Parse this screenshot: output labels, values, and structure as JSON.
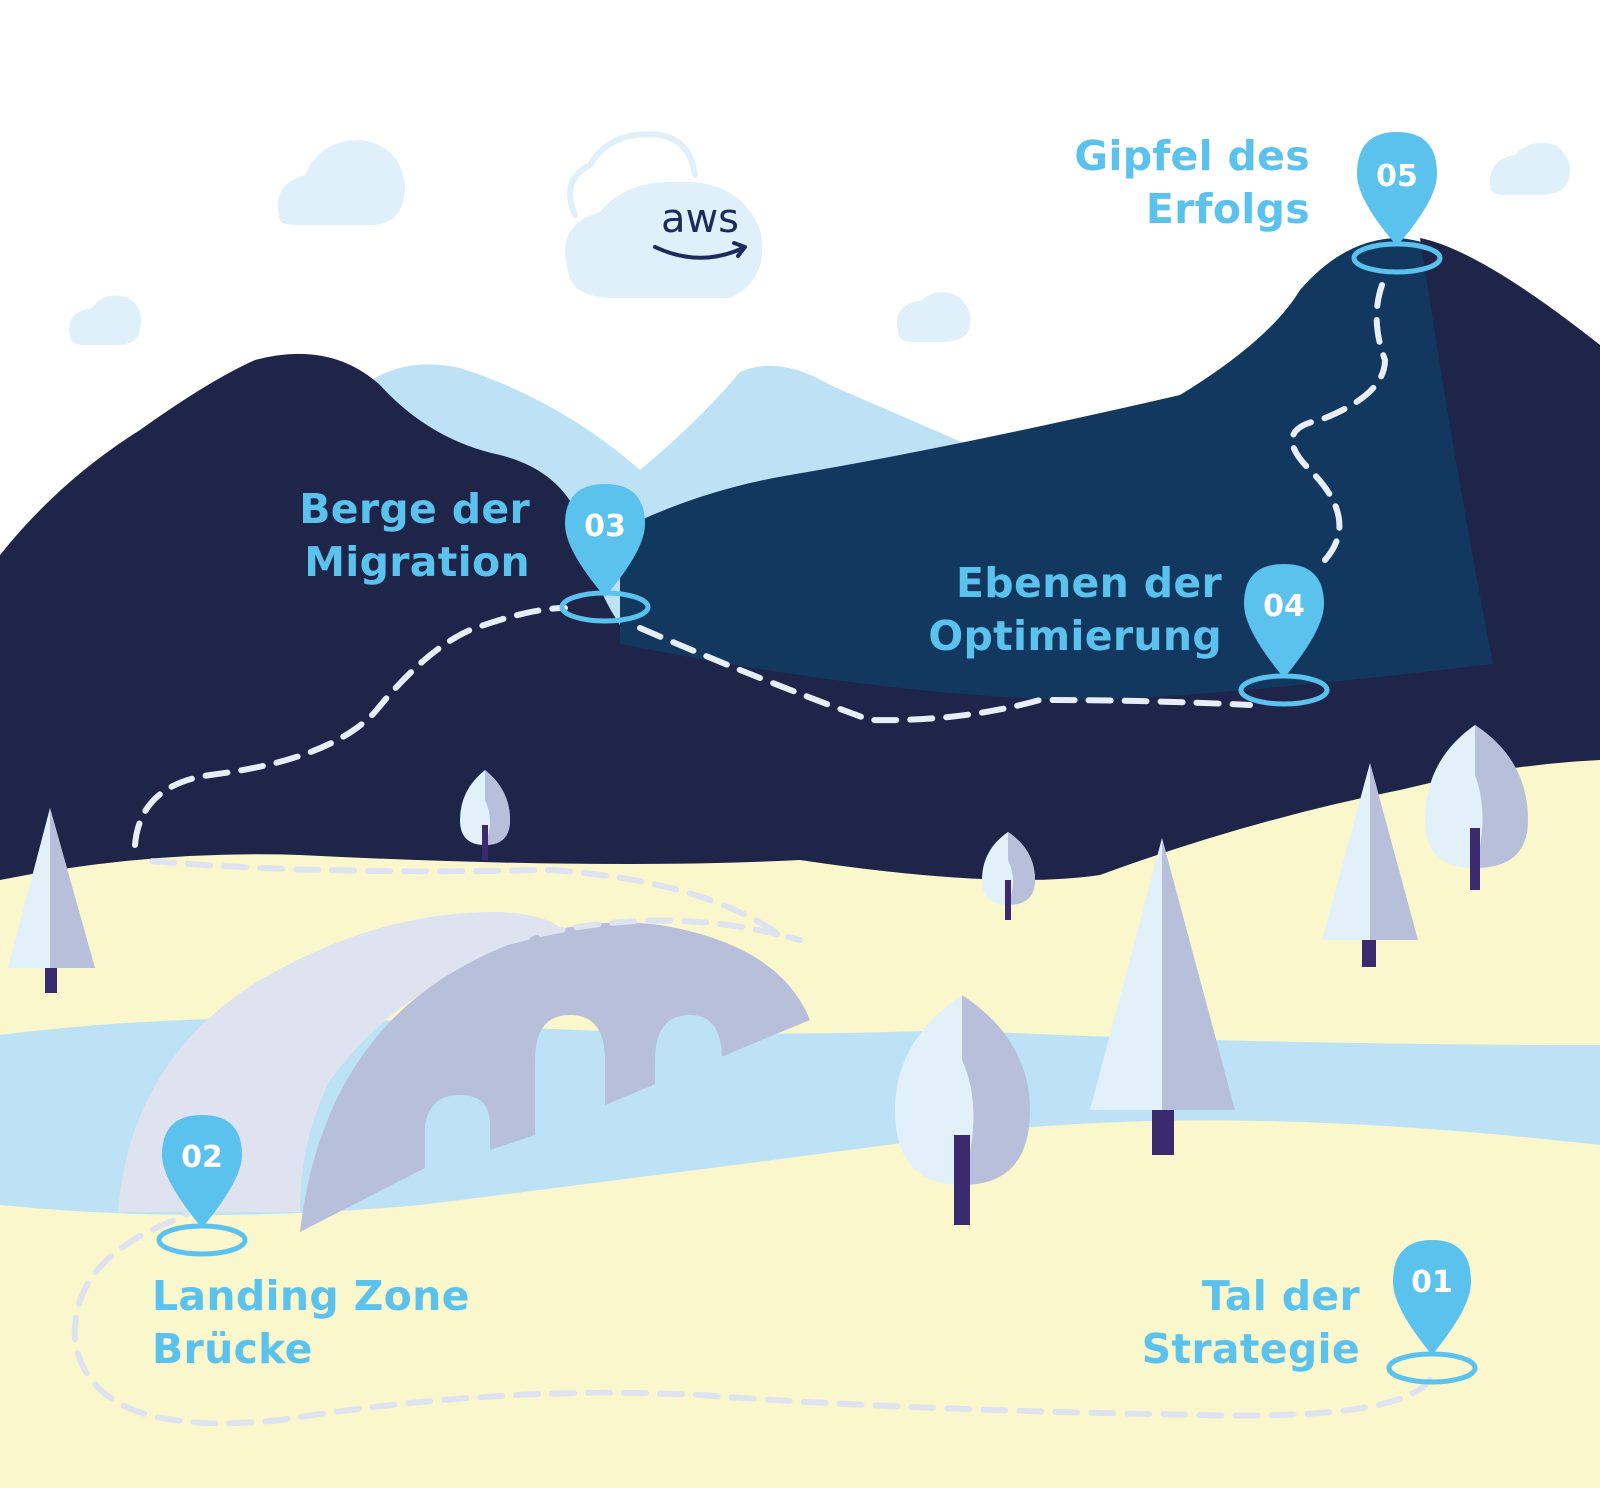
{
  "logo": {
    "text": "aws",
    "icon": "aws-smile-icon"
  },
  "colors": {
    "sky": "#ffffff",
    "cloud": "#dff0fa",
    "mountain_dark": "#1e2549",
    "mountain_mid": "#13385f",
    "mountain_far": "#bde2f5",
    "meadow": "#fbf7cc",
    "river": "#bde2f5",
    "bridge": "#b8bfdb",
    "pin": "#5bc2ee",
    "path": "#ffffff"
  },
  "stages": [
    {
      "number": "01",
      "line1": "Tal der",
      "line2": "Strategie"
    },
    {
      "number": "02",
      "line1": "Landing Zone",
      "line2": "Brücke"
    },
    {
      "number": "03",
      "line1": "Berge der",
      "line2": "Migration"
    },
    {
      "number": "04",
      "line1": "Ebenen der",
      "line2": "Optimierung"
    },
    {
      "number": "05",
      "line1": "Gipfel des",
      "line2": "Erfolgs"
    }
  ]
}
